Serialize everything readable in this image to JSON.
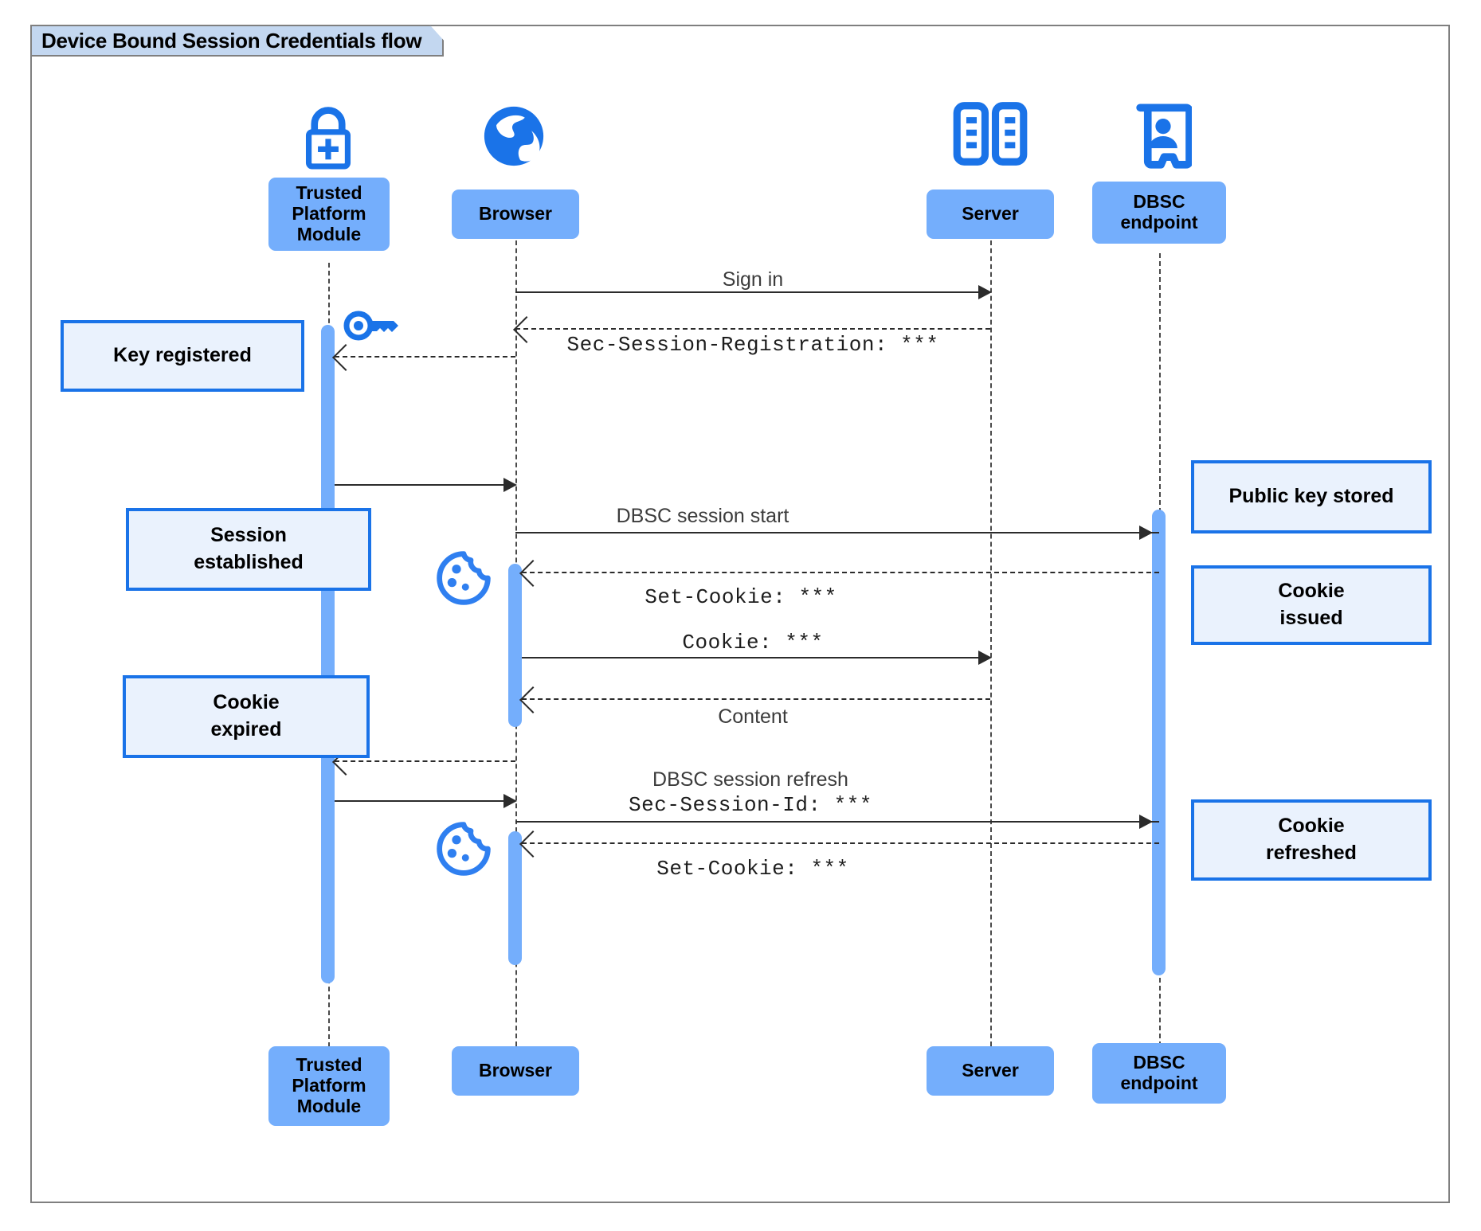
{
  "diagram": {
    "title": "Device Bound Session Credentials flow",
    "type": "sequence-diagram",
    "frame_border_color": "#7f7f7f",
    "title_fill": "#c3d7f0",
    "accent_blue": "#1a73e8",
    "participant_fill": "#74aefc",
    "note_fill": "#eaf2fd"
  },
  "participants": [
    {
      "id": "tpm",
      "label": "Trusted\nPlatform\nModule",
      "icon": "lock-plus-icon"
    },
    {
      "id": "browser",
      "label": "Browser",
      "icon": "globe-icon"
    },
    {
      "id": "server",
      "label": "Server",
      "icon": "server-racks-icon"
    },
    {
      "id": "dbsc",
      "label": "DBSC\nendpoint",
      "icon": "id-badge-icon"
    }
  ],
  "participants_bottom": [
    {
      "id": "tpm",
      "label": "Trusted\nPlatform\nModule"
    },
    {
      "id": "browser",
      "label": "Browser"
    },
    {
      "id": "server",
      "label": "Server"
    },
    {
      "id": "dbsc",
      "label": "DBSC\nendpoint"
    }
  ],
  "messages": [
    {
      "id": "m1",
      "from": "browser",
      "to": "server",
      "label": "Sign in",
      "style": "solid",
      "font": "sans"
    },
    {
      "id": "m2",
      "from": "server",
      "to": "browser",
      "label": "Sec-Session-Registration: ***",
      "style": "dashed",
      "font": "mono"
    },
    {
      "id": "m3",
      "from": "browser",
      "to": "tpm",
      "label": "",
      "style": "dashed",
      "font": "mono"
    },
    {
      "id": "m4",
      "from": "tpm",
      "to": "browser",
      "label": "",
      "style": "solid",
      "font": "sans"
    },
    {
      "id": "m5",
      "from": "browser",
      "to": "dbsc",
      "label": "DBSC session start",
      "style": "solid",
      "font": "sans"
    },
    {
      "id": "m6",
      "from": "dbsc",
      "to": "browser",
      "label": "Set-Cookie: ***",
      "style": "dashed",
      "font": "mono"
    },
    {
      "id": "m7",
      "from": "browser",
      "to": "server",
      "label": "Cookie: ***",
      "style": "solid",
      "font": "mono"
    },
    {
      "id": "m8",
      "from": "server",
      "to": "browser",
      "label": "Content",
      "style": "dashed",
      "font": "sans"
    },
    {
      "id": "m9",
      "from": "browser",
      "to": "tpm",
      "label": "",
      "style": "dashed",
      "font": "mono"
    },
    {
      "id": "m10",
      "from": "tpm",
      "to": "browser",
      "label": "",
      "style": "solid",
      "font": "sans"
    },
    {
      "id": "m11",
      "from": "browser",
      "to": "dbsc",
      "label": "DBSC session refresh",
      "sublabel": "Sec-Session-Id: ***",
      "style": "solid",
      "font": "sans"
    },
    {
      "id": "m12",
      "from": "dbsc",
      "to": "browser",
      "label": "Set-Cookie: ***",
      "style": "dashed",
      "font": "mono"
    }
  ],
  "notes": [
    {
      "id": "n1",
      "text": "Key registered",
      "side": "left",
      "attached_to": "tpm"
    },
    {
      "id": "n2",
      "text": "Session\nestablished",
      "side": "left",
      "attached_to": "tpm"
    },
    {
      "id": "n3",
      "text": "Cookie\nexpired",
      "side": "left",
      "attached_to": "tpm"
    },
    {
      "id": "n4",
      "text": "Public key stored",
      "side": "right",
      "attached_to": "dbsc"
    },
    {
      "id": "n5",
      "text": "Cookie\nissued",
      "side": "right",
      "attached_to": "dbsc"
    },
    {
      "id": "n6",
      "text": "Cookie\nrefreshed",
      "side": "right",
      "attached_to": "dbsc"
    }
  ],
  "inline_icons": [
    {
      "id": "i1",
      "name": "key-icon",
      "near": "tpm-activation-top"
    },
    {
      "id": "i2",
      "name": "cookie-icon",
      "near": "browser-activation-session"
    },
    {
      "id": "i3",
      "name": "cookie-icon",
      "near": "browser-activation-refresh"
    }
  ],
  "labels": {
    "p0_top": "Trusted\nPlatform\nModule",
    "p1_top": "Browser",
    "p2_top": "Server",
    "p3_top": "DBSC\nendpoint",
    "p0_bot": "Trusted\nPlatform\nModule",
    "p1_bot": "Browser",
    "p2_bot": "Server",
    "p3_bot": "DBSC\nendpoint",
    "msg_sign_in": "Sign in",
    "msg_sec_session_registration": "Sec-Session-Registration: ***",
    "msg_dbsc_session_start": "DBSC session start",
    "msg_set_cookie_1": "Set-Cookie: ***",
    "msg_cookie": "Cookie: ***",
    "msg_content": "Content",
    "msg_dbsc_session_refresh": "DBSC session refresh",
    "msg_sec_session_id": "Sec-Session-Id: ***",
    "msg_set_cookie_2": "Set-Cookie: ***",
    "note_key_registered": "Key registered",
    "note_session_established": "Session\nestablished",
    "note_cookie_expired": "Cookie\nexpired",
    "note_public_key_stored": "Public key stored",
    "note_cookie_issued": "Cookie\nissued",
    "note_cookie_refreshed": "Cookie\nrefreshed"
  }
}
